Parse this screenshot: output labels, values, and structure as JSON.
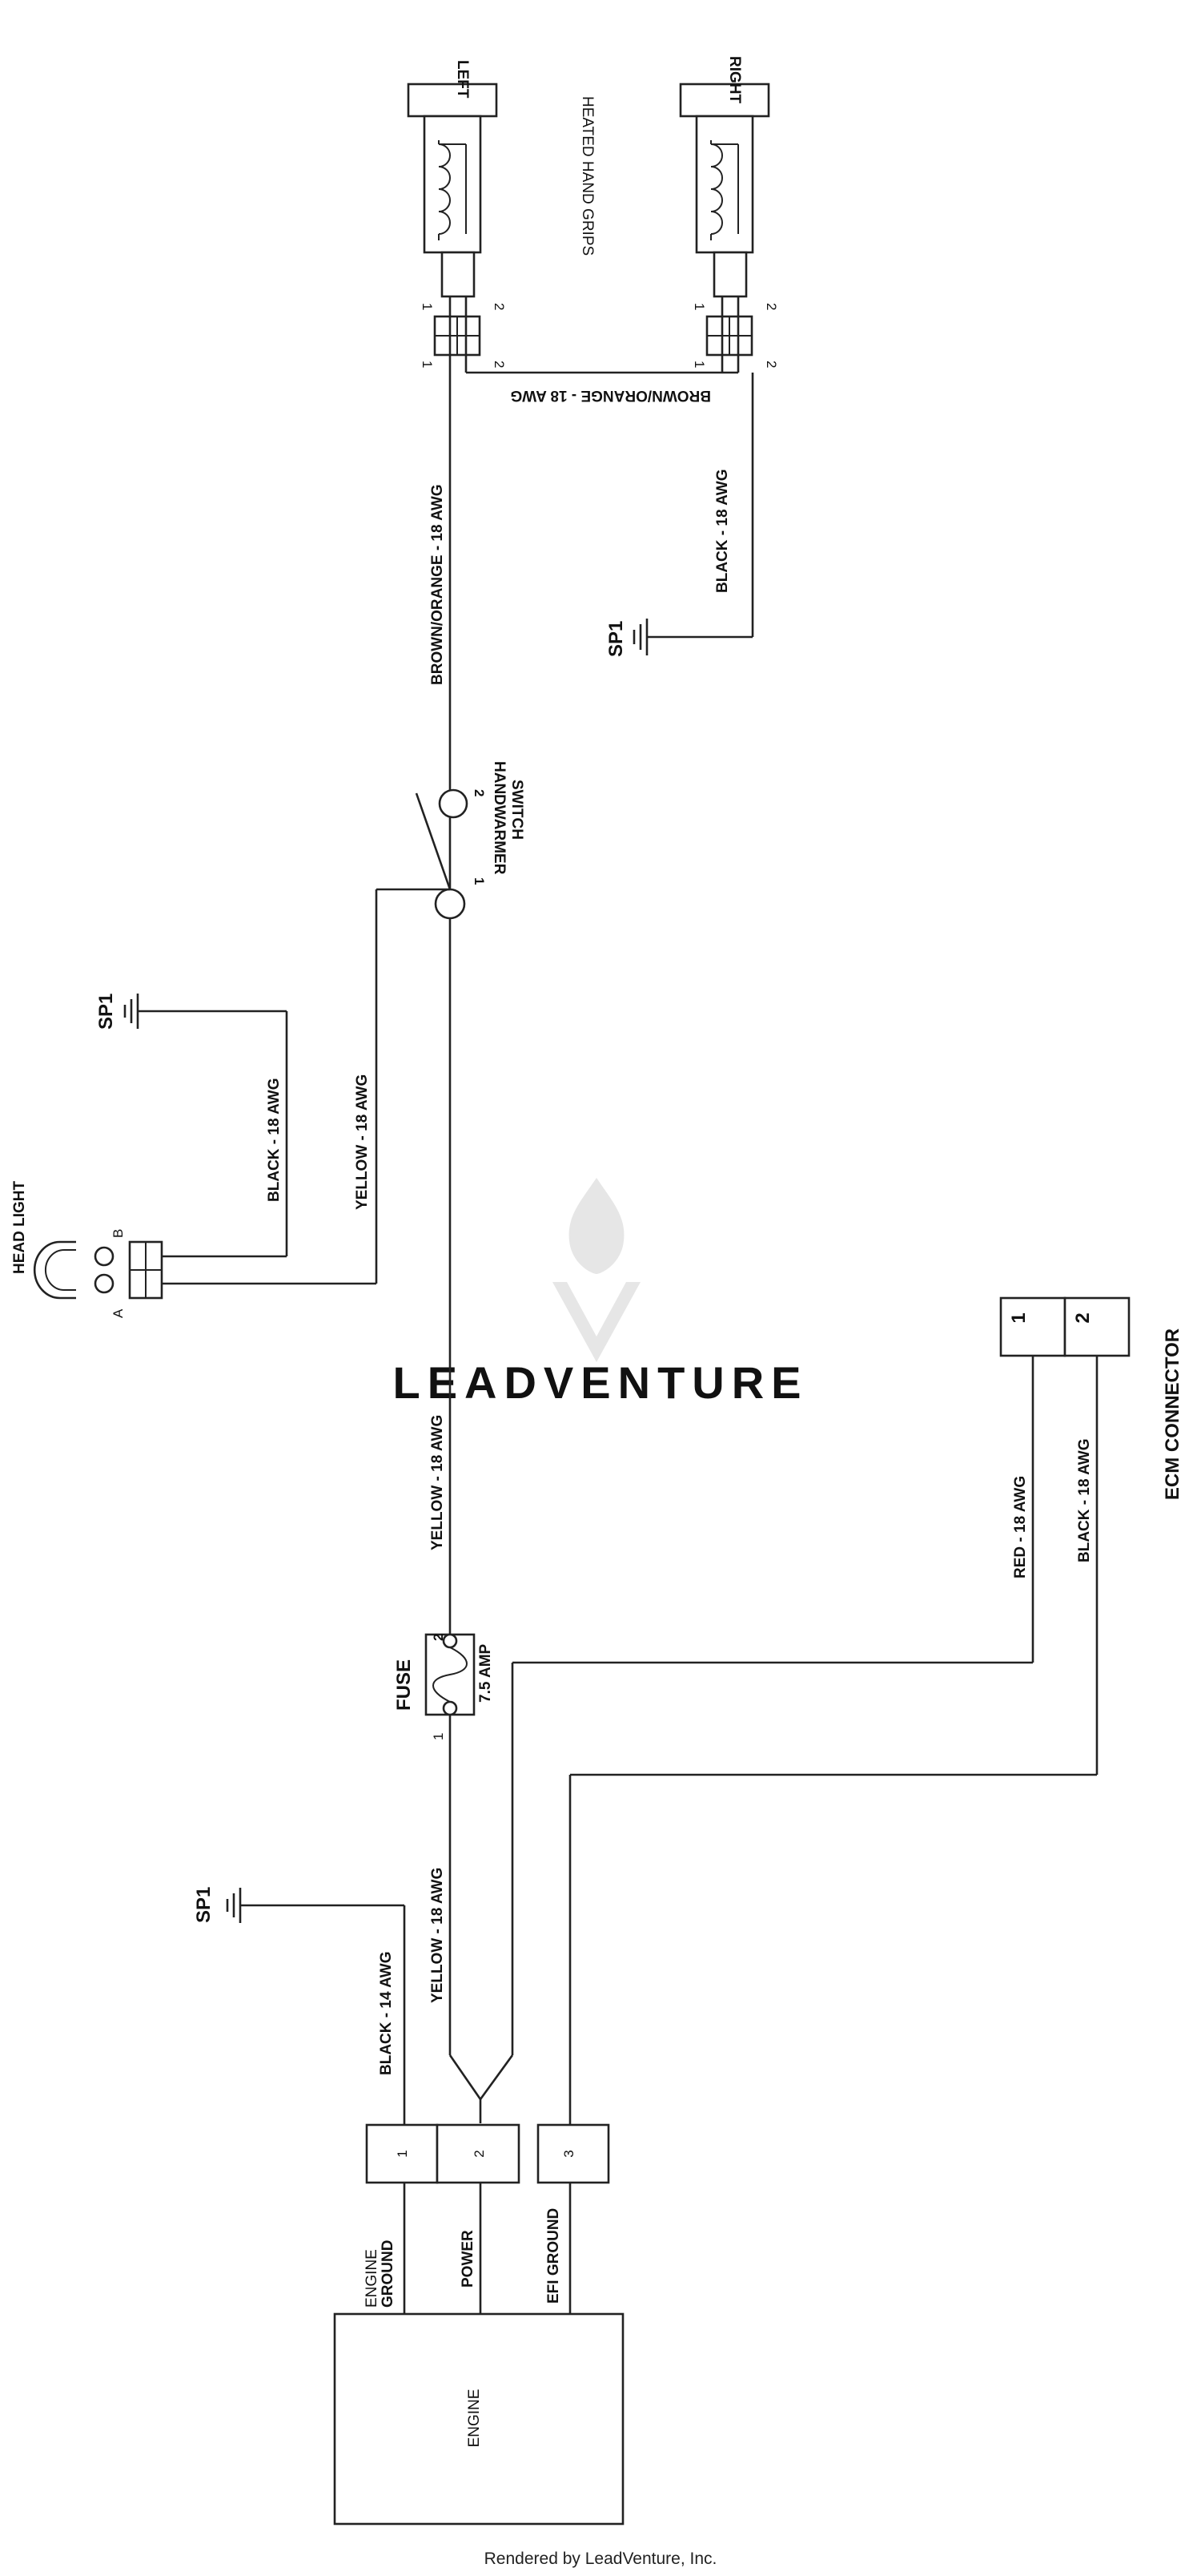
{
  "grips": {
    "left_label": "LEFT",
    "right_label": "RIGHT",
    "title": "HEATED HAND GRIPS",
    "pin1": "1",
    "pin2": "2",
    "cross_wire": "BROWN/ORANGE - 18 AWG",
    "ground_wire": "BLACK - 18 AWG",
    "ground_label": "SP1"
  },
  "main_wire": "BROWN/ORANGE - 18 AWG",
  "switch": {
    "label_line1": "HANDWARMER",
    "label_line2": "SWITCH",
    "pin1": "1",
    "pin2": "2"
  },
  "headlight": {
    "label": "HEAD LIGHT",
    "pin_a": "A",
    "pin_b": "B",
    "black_wire": "BLACK - 18 AWG",
    "yellow_wire": "YELLOW - 18 AWG",
    "ground_label": "SP1"
  },
  "yellow_mid": "YELLOW - 18 AWG",
  "watermark": "LEADVENTURE",
  "ecm": {
    "title": "ECM CONNECTOR",
    "pin1": "1",
    "pin2": "2",
    "red_wire": "RED - 18 AWG",
    "black_wire": "BLACK - 18 AWG"
  },
  "fuse": {
    "label": "FUSE",
    "rating": "7.5 AMP",
    "pin1": "1",
    "pin2": "2"
  },
  "engine_side": {
    "yellow_wire": "YELLOW - 18 AWG",
    "black_wire": "BLACK - 14 AWG",
    "ground_label": "SP1",
    "conn_pin1": "1",
    "conn_pin2": "2",
    "conn_pin3": "3"
  },
  "engine": {
    "label": "ENGINE",
    "ground_line1": "ENGINE",
    "ground_line2": "GROUND",
    "power": "POWER",
    "efi_ground": "EFI GROUND"
  },
  "footer": "Rendered by LeadVenture, Inc."
}
